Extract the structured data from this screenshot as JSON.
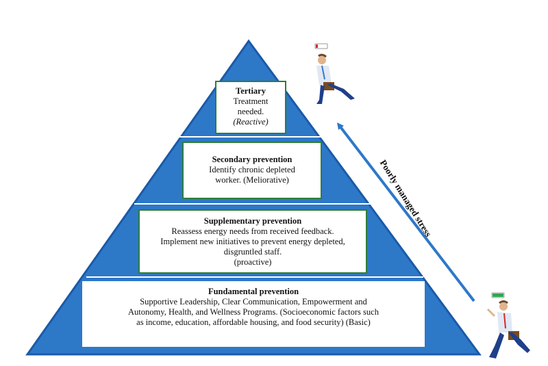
{
  "colors": {
    "pyramid_fill": "#2e78c8",
    "pyramid_edge": "#1a5aa8",
    "tier_border": "#2f7d3b",
    "arrow": "#2e78c8"
  },
  "tiers": {
    "tertiary": {
      "title": "Tertiary",
      "line1": "Treatment",
      "line2": "needed.",
      "line3": "(Reactive)"
    },
    "secondary": {
      "title": "Secondary prevention",
      "line1": "Identify chronic depleted",
      "line2": "worker. (Meliorative)"
    },
    "supplementary": {
      "title": "Supplementary prevention",
      "line1": "Reassess energy needs from received feedback.",
      "line2": "Implement new initiatives to prevent energy depleted,",
      "line3": "disgruntled staff.",
      "line4": "(proactive)"
    },
    "fundamental": {
      "title": "Fundamental prevention",
      "line1": "Supportive Leadership, Clear Communication, Empowerment and",
      "line2": "Autonomy, Health, and Wellness Programs. (Socioeconomic factors such",
      "line3": "as income, education, affordable housing, and food security) (Basic)"
    }
  },
  "arrow_label": "Poorly managed stress",
  "figures": {
    "top": {
      "icon": "tired-businessman-icon",
      "battery_level": 0.1,
      "battery_color": "#d62828"
    },
    "bottom": {
      "icon": "energetic-businessman-icon",
      "battery_level": 1.0,
      "battery_color": "#2fa84f"
    }
  }
}
